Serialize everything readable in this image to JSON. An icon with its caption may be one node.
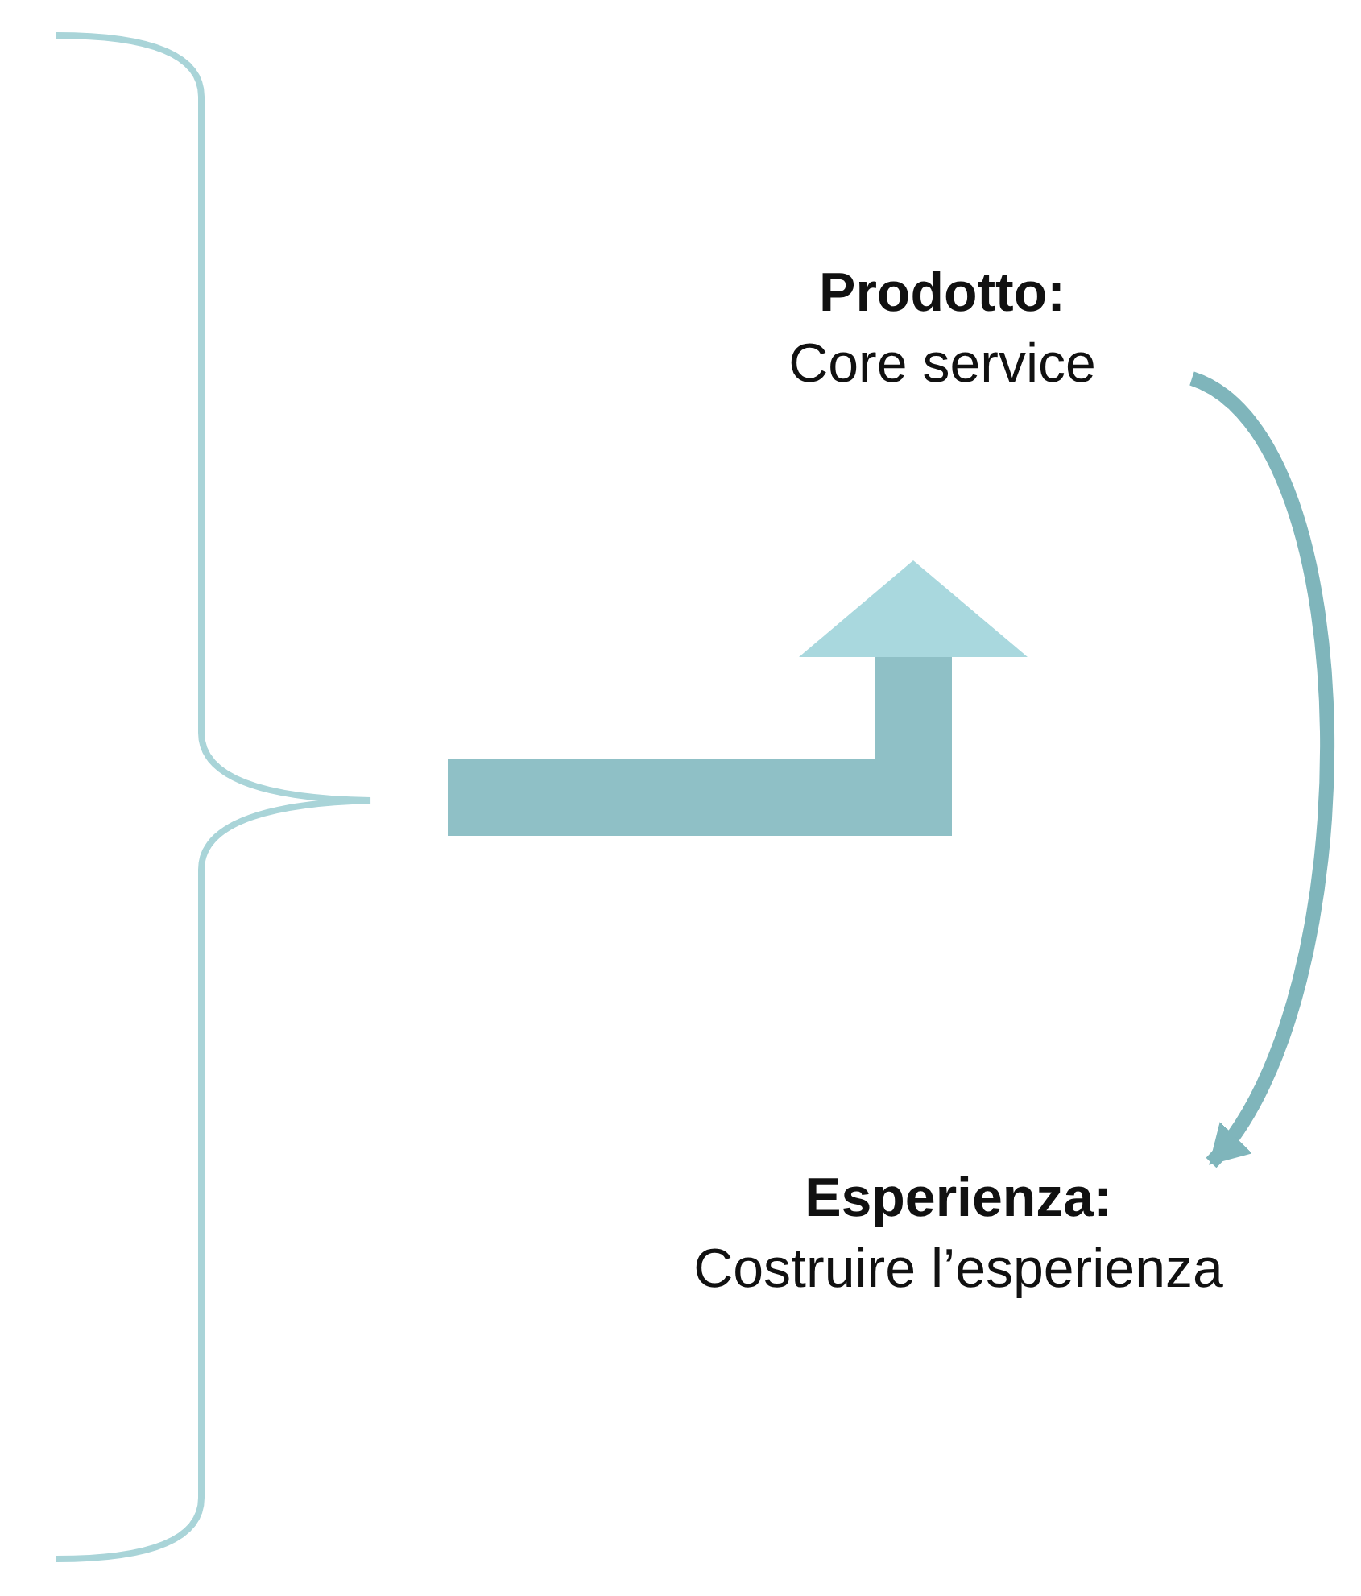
{
  "diagram": {
    "nodes": [
      {
        "text": [
          "Prodotto:",
          "Core service"
        ]
      },
      {
        "text": [
          "Esperienza:",
          "Costruire l’esperienza"
        ]
      }
    ],
    "edges": [
      {
        "from": null,
        "to": 0,
        "arrow": "to",
        "style": "thick"
      },
      {
        "from": 0,
        "to": 1,
        "arrow": "to"
      }
    ]
  }
}
